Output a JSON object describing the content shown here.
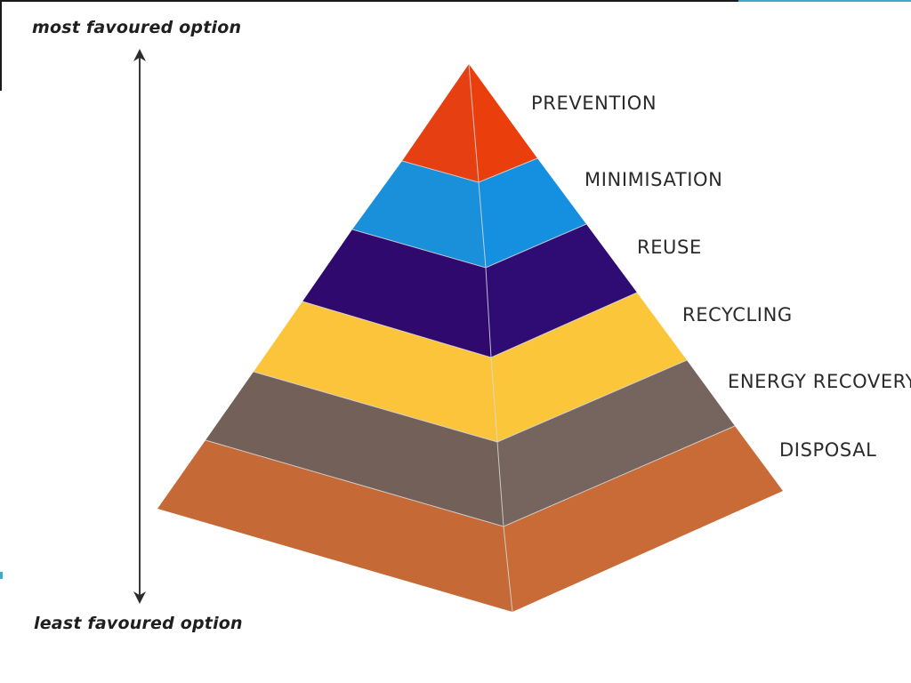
{
  "axis": {
    "top_label": "most favoured option",
    "bottom_label": "least favoured option"
  },
  "levels": [
    {
      "label": "PREVENTION",
      "color_front": "#e63f12",
      "color_side": "#ea3f0c"
    },
    {
      "label": "MINIMISATION",
      "color_front": "#1a8fda",
      "color_side": "#1590e0"
    },
    {
      "label": "REUSE",
      "color_front": "#30096e",
      "color_side": "#2f0b74"
    },
    {
      "label": "RECYCLING",
      "color_front": "#fcc43a",
      "color_side": "#fbc63a"
    },
    {
      "label": "ENERGY RECOVERY",
      "color_front": "#726059",
      "color_side": "#76655e"
    },
    {
      "label": "DISPOSAL",
      "color_front": "#c56a36",
      "color_side": "#c86b36"
    }
  ]
}
